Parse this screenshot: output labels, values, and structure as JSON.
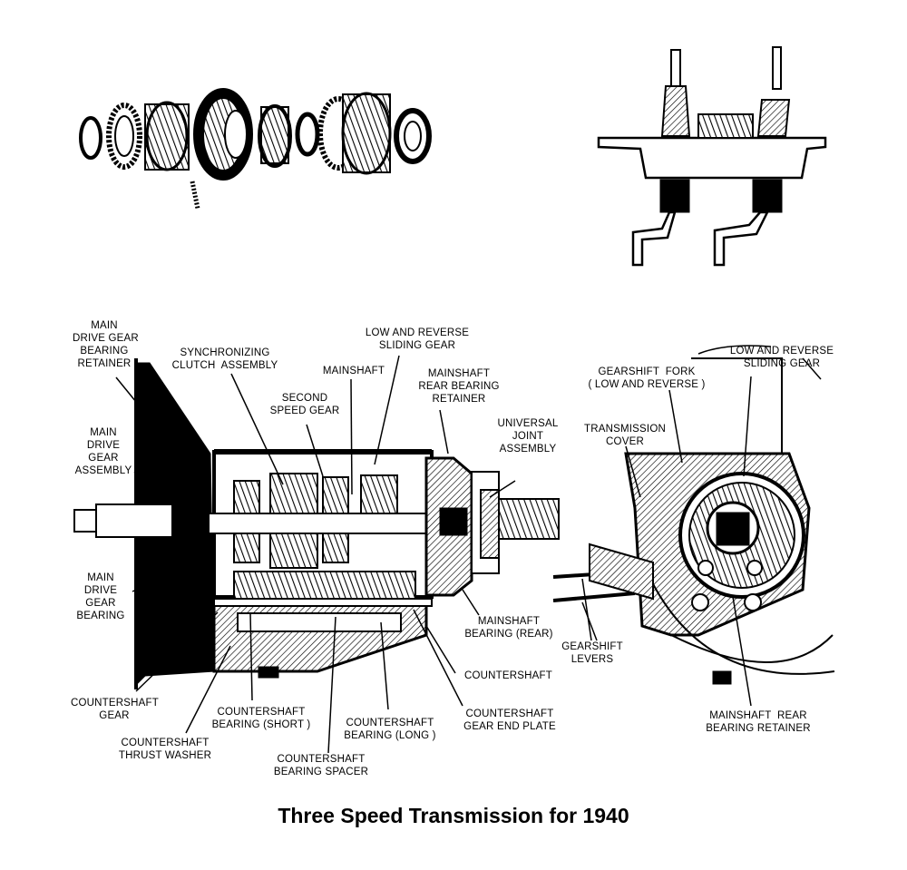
{
  "title": "Three Speed Transmission for 1940",
  "labels": {
    "main_drive_gear_bearing_retainer": "MAIN\nDRIVE GEAR\nBEARING\nRETAINER",
    "synchronizing_clutch_assembly": "SYNCHRONIZING\nCLUTCH  ASSEMBLY",
    "mainshaft": "MAINSHAFT",
    "low_and_reverse_sliding_gear": "LOW AND REVERSE\nSLIDING GEAR",
    "mainshaft_rear_bearing_retainer": "MAINSHAFT\nREAR BEARING\nRETAINER",
    "second_speed_gear": "SECOND\nSPEED GEAR",
    "universal_joint_assembly": "UNIVERSAL\nJOINT\nASSEMBLY",
    "main_drive_gear_assembly": "MAIN\nDRIVE\nGEAR\nASSEMBLY",
    "main_drive_gear_bearing": "MAIN\nDRIVE\nGEAR\nBEARING",
    "mainshaft_bearing_rear": "MAINSHAFT\nBEARING (REAR)",
    "countershaft": "COUNTERSHAFT",
    "countershaft_gear": "COUNTERSHAFT\nGEAR",
    "countershaft_bearing_short": "COUNTERSHAFT\nBEARING (SHORT )",
    "countershaft_bearing_long": "COUNTERSHAFT\nBEARING (LONG )",
    "countershaft_gear_end_plate": "COUNTERSHAFT\nGEAR END PLATE",
    "countershaft_thrust_washer": "COUNTERSHAFT\nTHRUST WASHER",
    "countershaft_bearing_spacer": "COUNTERSHAFT\nBEARING SPACER",
    "low_and_reverse_sliding_gear_right": "LOW AND REVERSE\nSLIDING GEAR",
    "gearshift_fork": "GEARSHIFT  FORK\n( LOW AND REVERSE )",
    "transmission_cover": "TRANSMISSION\nCOVER",
    "gearshift_levers": "GEARSHIFT\nLEVERS",
    "mainshaft_rear_bearing_retainer_right": "MAINSHAFT  REAR\nBEARING RETAINER"
  },
  "colors": {
    "ink": "#000000",
    "paper": "#ffffff"
  }
}
